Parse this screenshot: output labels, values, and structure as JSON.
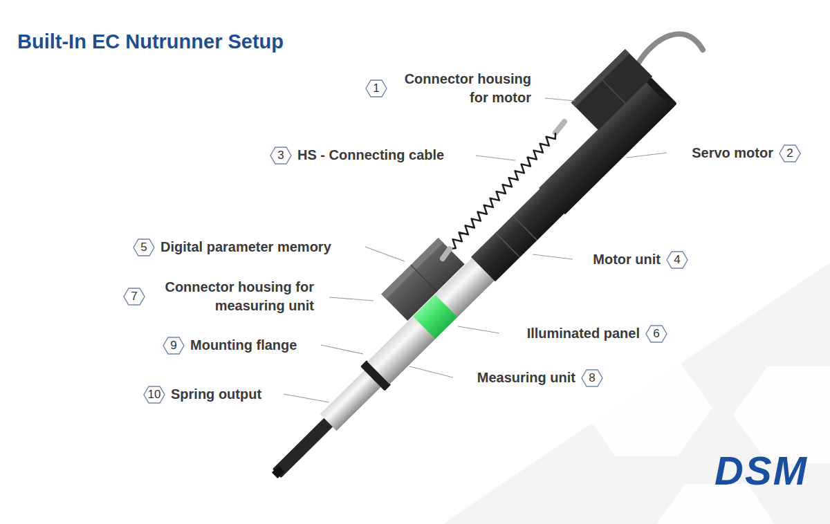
{
  "diagram": {
    "title": "Built-In EC Nutrunner Setup",
    "nodes": [
      {
        "text": [
          "1",
          "Connector housing for motor"
        ]
      },
      {
        "text": [
          "2",
          "Servo motor"
        ]
      },
      {
        "text": [
          "3",
          "HS - Connecting cable"
        ]
      },
      {
        "text": [
          "4",
          "Motor unit"
        ]
      },
      {
        "text": [
          "5",
          "Digital parameter memory"
        ]
      },
      {
        "text": [
          "6",
          "Illuminated panel"
        ]
      },
      {
        "text": [
          "7",
          "Connector housing for measuring unit"
        ]
      },
      {
        "text": [
          "8",
          "Measuring unit"
        ]
      },
      {
        "text": [
          "9",
          "Mounting flange"
        ]
      },
      {
        "text": [
          "10",
          "Spring output"
        ]
      }
    ],
    "labels": [
      "DSM"
    ]
  }
}
